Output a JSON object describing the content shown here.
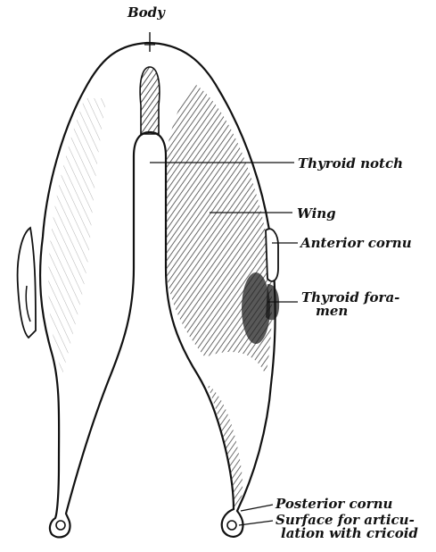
{
  "figure": {
    "labels": {
      "body": "Body",
      "thyroid_notch": "Thyroid notch",
      "wing": "Wing",
      "anterior_cornu": "Anterior cornu",
      "thyroid_foramen_1": "Thyroid fora-",
      "thyroid_foramen_2": "men",
      "posterior_cornu": "Posterior cornu",
      "surface_1": "Surface for articu-",
      "surface_2": "lation with cricoid"
    },
    "colors": {
      "ink": "#111111",
      "paper": "#ffffff",
      "hatch": "#222222"
    }
  }
}
